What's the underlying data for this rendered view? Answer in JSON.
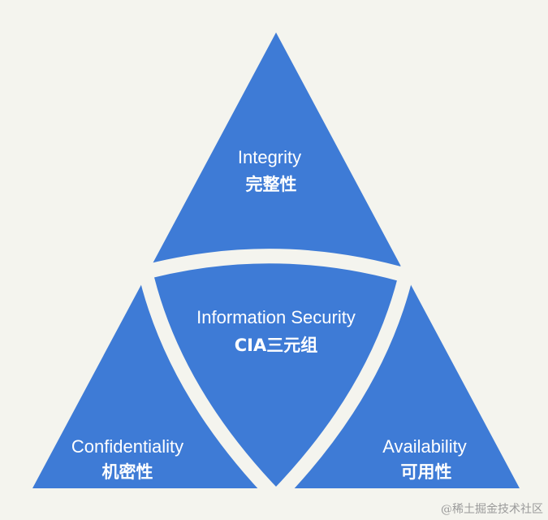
{
  "colors": {
    "triangle": "#3e7bd6",
    "background": "#f4f4ee",
    "text": "#ffffff"
  },
  "sections": {
    "top": {
      "en": "Integrity",
      "zh": "完整性"
    },
    "center": {
      "en": "Information Security",
      "zh": "CIA三元组"
    },
    "left": {
      "en": "Confidentiality",
      "zh": "机密性"
    },
    "right": {
      "en": "Availability",
      "zh": "可用性"
    }
  },
  "watermark": "@稀土掘金技术社区"
}
